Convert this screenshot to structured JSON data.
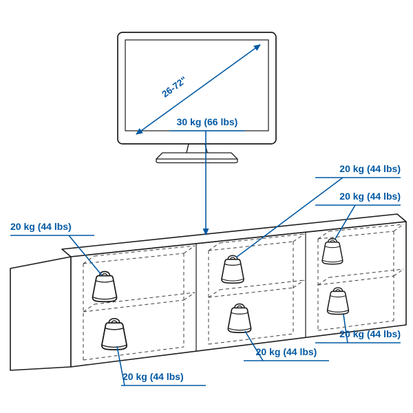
{
  "colors": {
    "accent_blue": "#0058a3",
    "line_dark": "#1c1c1c",
    "background": "#ffffff"
  },
  "tv": {
    "diagonal_size": "26-72\""
  },
  "bench": {
    "top_max_load": "30 kg (66 lbs)",
    "callouts": {
      "left": "20 kg (44 lbs)",
      "top_right_upper": "20 kg (44 lbs)",
      "top_right_lower": "20 kg (44 lbs)",
      "right": "20 kg (44 lbs)",
      "bottom_middle": "20 kg (44 lbs)",
      "bottom_left": "20 kg (44 lbs)"
    }
  }
}
